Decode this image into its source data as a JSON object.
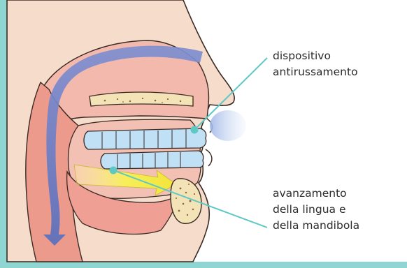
{
  "labels": {
    "device": {
      "line1": "dispositivo",
      "line2": "antirussamento"
    },
    "advancement": {
      "line1": "avanzamento",
      "line2": "della lingua e",
      "line3": "della mandibola"
    }
  },
  "colors": {
    "frame": "#8fd6d2",
    "skin": "#f6dccb",
    "tissue": "#ec9a8c",
    "tissue_light": "#f3b9ad",
    "airway": "#6d7fc4",
    "device": "#bfe0f5",
    "arrow": "#f4ec48",
    "leader": "#5ec9c4",
    "bone": "#f3e3b6"
  }
}
